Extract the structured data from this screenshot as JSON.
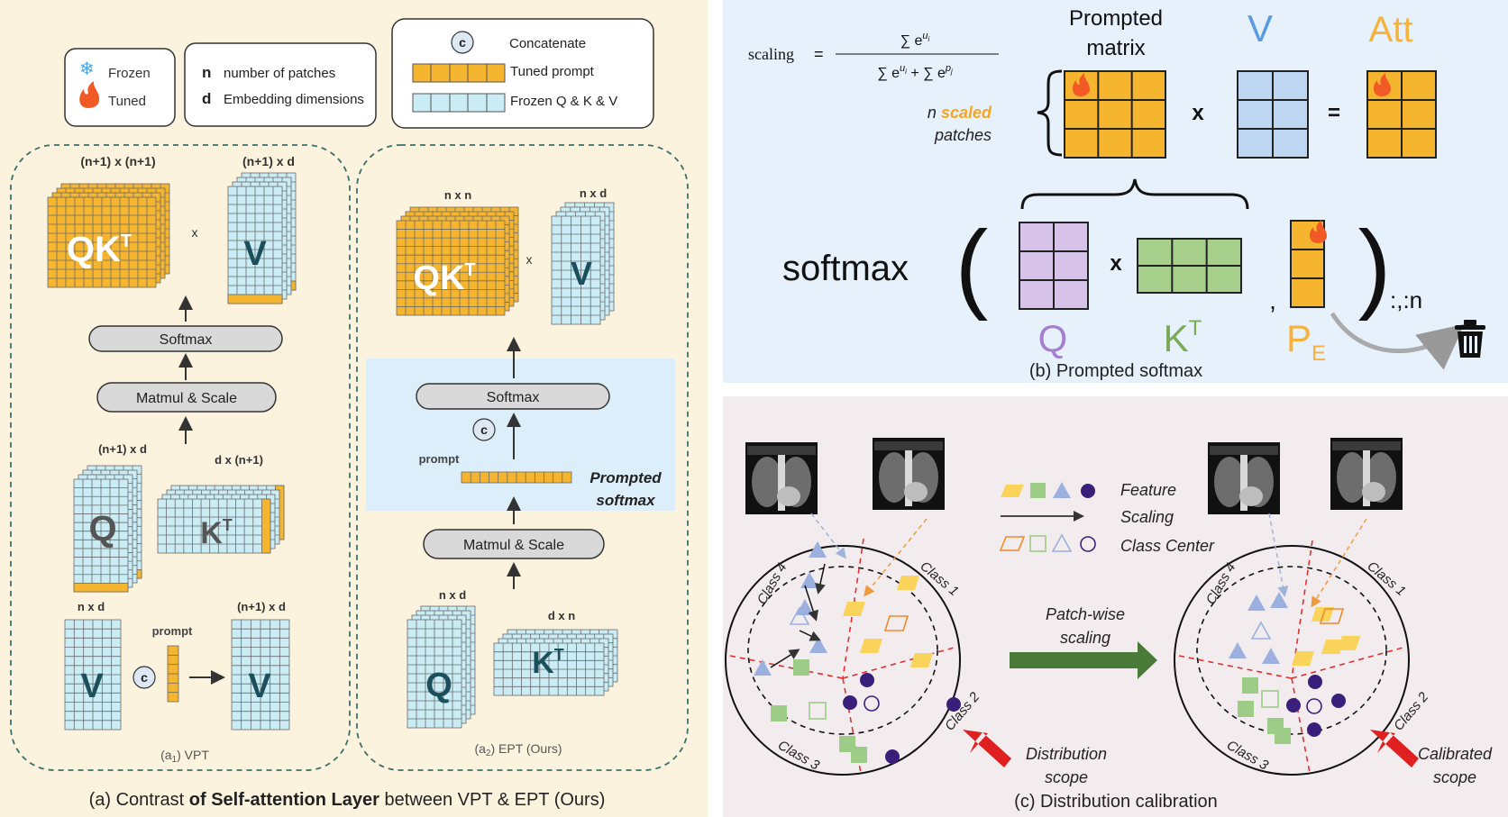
{
  "legend": {
    "frozen": "Frozen",
    "tuned": "Tuned",
    "n_symbol": "n",
    "n_desc": "number of patches",
    "d_symbol": "d",
    "d_desc": "Embedding dimensions",
    "concat_symbol": "c",
    "concat_desc": "Concatenate",
    "tuned_prompt": "Tuned prompt",
    "frozen_qkv": "Frozen Q & K & V"
  },
  "vpt": {
    "qk_dim": "(n+1) x (n+1)",
    "v_top_dim": "(n+1) x d",
    "qk_label": "QKT",
    "v_label": "V",
    "times": "x",
    "softmax": "Softmax",
    "matmul": "Matmul & Scale",
    "q_dim": "(n+1) x d",
    "k_dim": "d x (n+1)",
    "q_label": "Q",
    "k_label": "KT",
    "v_in_dim": "n x d",
    "v_out_dim": "(n+1) x d",
    "prompt": "prompt",
    "concat": "c",
    "caption": "(a1) VPT"
  },
  "ept": {
    "qk_dim": "n x n",
    "v_dim": "n x d",
    "qk_label": "QKT",
    "v_label": "V",
    "times": "x",
    "softmax": "Softmax",
    "concat": "c",
    "prompt": "prompt",
    "prompted_line1": "Prompted",
    "prompted_line2": "softmax",
    "matmul": "Matmul & Scale",
    "q_dim": "n x d",
    "k_dim": "d x n",
    "q_label": "Q",
    "k_label": "KT",
    "caption": "(a2) EPT (Ours)"
  },
  "caption_a_prefix": "(a) Contrast ",
  "caption_a_bold": "of Self-attention Layer",
  "caption_a_suffix": " between VPT & EPT (Ours)",
  "panel_b": {
    "scaling_word": "scaling",
    "prompted_matrix_1": "Prompted",
    "prompted_matrix_2": "matrix",
    "v_label": "V",
    "att_label": "Att",
    "n_word": "n",
    "scaled_word": "scaled",
    "patches_word": "patches",
    "times": "x",
    "equals": "=",
    "softmax": "softmax",
    "q_label": "Q",
    "k_label": "KT",
    "pe_label": "PE",
    "slice": ":,:n",
    "comma": ",",
    "caption": "(b) Prompted softmax"
  },
  "panel_c": {
    "feature": "Feature",
    "scaling": "Scaling",
    "class_center": "Class Center",
    "patch_wise_1": "Patch-wise",
    "patch_wise_2": "scaling",
    "class1": "Class 1",
    "class2": "Class 2",
    "class3": "Class 3",
    "class4": "Class 4",
    "dist_1": "Distribution",
    "dist_2": "scope",
    "calib_1": "Calibrated",
    "calib_2": "scope",
    "caption": "(c) Distribution calibration"
  },
  "colors": {
    "cream_bg": "#fbf3dd",
    "blue_bg": "#e6f1fb",
    "pink_bg": "#f3ecef",
    "orange": "#f6b52e",
    "light_blue": "#c9ecf5",
    "purple": "#d7c3ea",
    "green": "#a8d08d",
    "v_blue": "#bdd7f3",
    "teal_text": "#1c4f5c"
  }
}
